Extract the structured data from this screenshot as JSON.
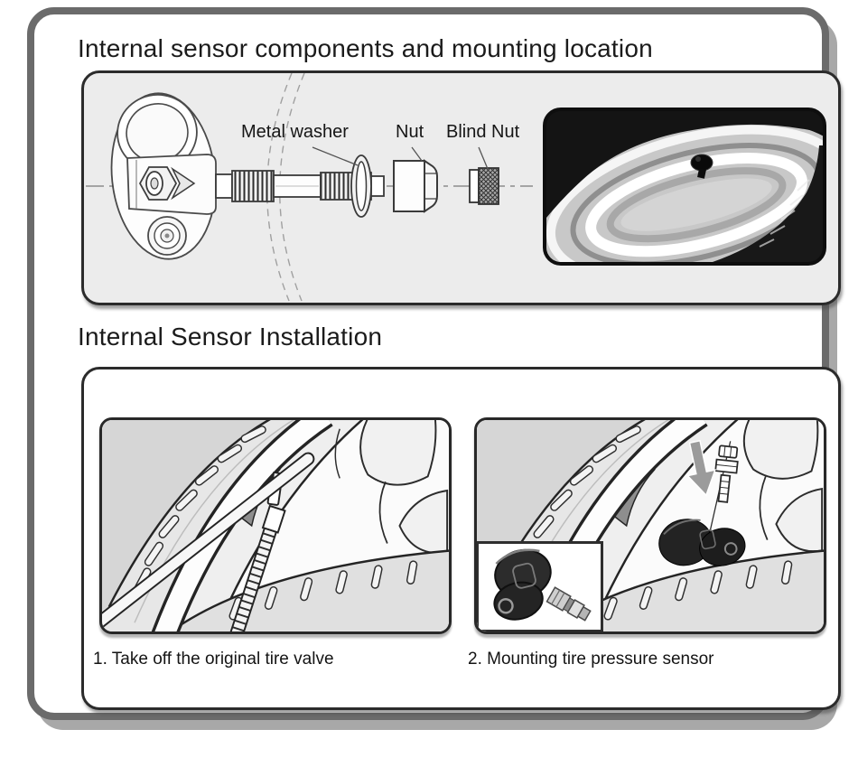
{
  "page": {
    "section1": {
      "title": "Internal sensor components and mounting location",
      "labels": {
        "metal_washer": "Metal washer",
        "nut": "Nut",
        "blind_nut": "Blind Nut"
      }
    },
    "section2": {
      "title": "Internal Sensor Installation",
      "steps": [
        {
          "caption": "1. Take off the original tire valve"
        },
        {
          "caption": "2. Mounting tire pressure sensor"
        }
      ]
    },
    "colors": {
      "frame_border": "#6b6b6b",
      "panel_border": "#2b2b2b",
      "components_panel_bg": "#ececec",
      "sensor_black": "#1d1d1d",
      "arrow_gray": "#9b9b9b"
    }
  }
}
